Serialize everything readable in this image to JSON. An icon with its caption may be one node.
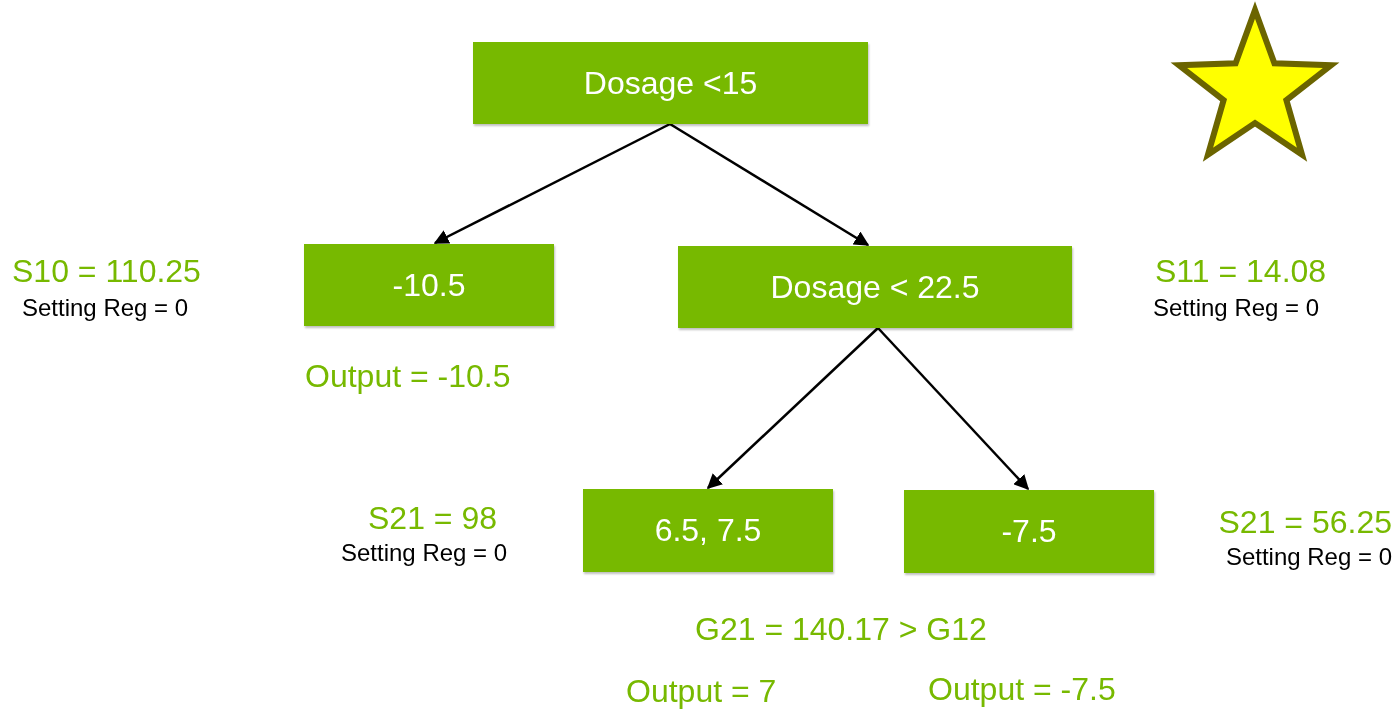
{
  "diagram": {
    "nodes": [
      {
        "text": [
          "Dosage <15"
        ]
      },
      {
        "text": [
          "-10.5"
        ]
      },
      {
        "text": [
          "Dosage < 22.5"
        ]
      },
      {
        "text": [
          "6.5, 7.5"
        ]
      },
      {
        "text": [
          "-7.5"
        ]
      }
    ],
    "edges": [
      {
        "from": 0,
        "to": 1,
        "arrow": "to"
      },
      {
        "from": 0,
        "to": 2,
        "arrow": "to"
      },
      {
        "from": 2,
        "to": 3,
        "arrow": "to"
      },
      {
        "from": 2,
        "to": 4,
        "arrow": "to"
      }
    ],
    "labels": [
      "S10 = 110.25",
      "Setting Reg = 0",
      "S11 = 14.08",
      "Setting Reg = 0",
      "Output = -10.5",
      "S21 = 98",
      "Setting Reg = 0",
      "S21 = 56.25",
      "Setting Reg = 0",
      "G21 = 140.17 > G12",
      "Output = 7",
      "Output = -7.5"
    ]
  }
}
